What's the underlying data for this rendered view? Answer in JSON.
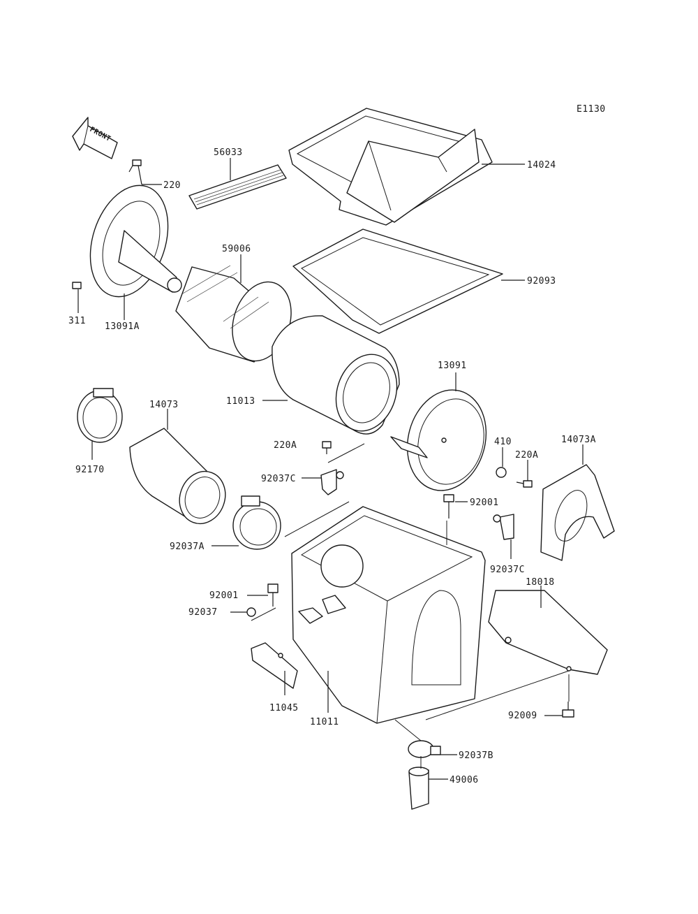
{
  "diagram": {
    "code": "E1130",
    "front_arrow_text": "FRONT",
    "callouts": {
      "p56033": "56033",
      "p14024": "14024",
      "p220": "220",
      "p59006": "59006",
      "p92093": "92093",
      "p311": "311",
      "p13091A": "13091A",
      "p11013": "11013",
      "p13091": "13091",
      "p14073": "14073",
      "p92170": "92170",
      "p220A_left": "220A",
      "p410": "410",
      "p220A_right": "220A",
      "p14073A": "14073A",
      "p92037C_left": "92037C",
      "p92001_right": "92001",
      "p92037A": "92037A",
      "p92037C_right": "92037C",
      "p18018": "18018",
      "p92001_left": "92001",
      "p92037": "92037",
      "p11045": "11045",
      "p11011": "11011",
      "p92009": "92009",
      "p92037B": "92037B",
      "p49006": "49006"
    }
  }
}
